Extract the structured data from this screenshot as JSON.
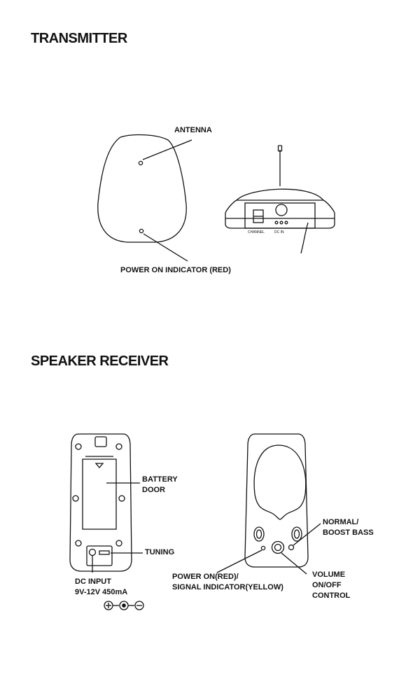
{
  "transmitter": {
    "title": "TRANSMITTER",
    "antenna_label": "ANTENNA",
    "power_indicator_label": "POWER ON INDICATOR (RED)",
    "channel_label": "CHANNEL",
    "dc_label": "DC IN"
  },
  "receiver": {
    "title": "SPEAKER RECEIVER",
    "battery_door_line1": "BATTERY",
    "battery_door_line2": "DOOR",
    "tuning_label": "TUNING",
    "dc_input_line1": "DC INPUT",
    "dc_input_line2": "9V-12V 450mA",
    "normal_boost_line1": "NORMAL/",
    "normal_boost_line2": "BOOST BASS",
    "power_signal_line1": "POWER ON(RED)/",
    "power_signal_line2": "SIGNAL INDICATOR(YELLOW)",
    "volume_line1": "VOLUME",
    "volume_line2": "ON/OFF",
    "volume_line3": "CONTROL"
  }
}
